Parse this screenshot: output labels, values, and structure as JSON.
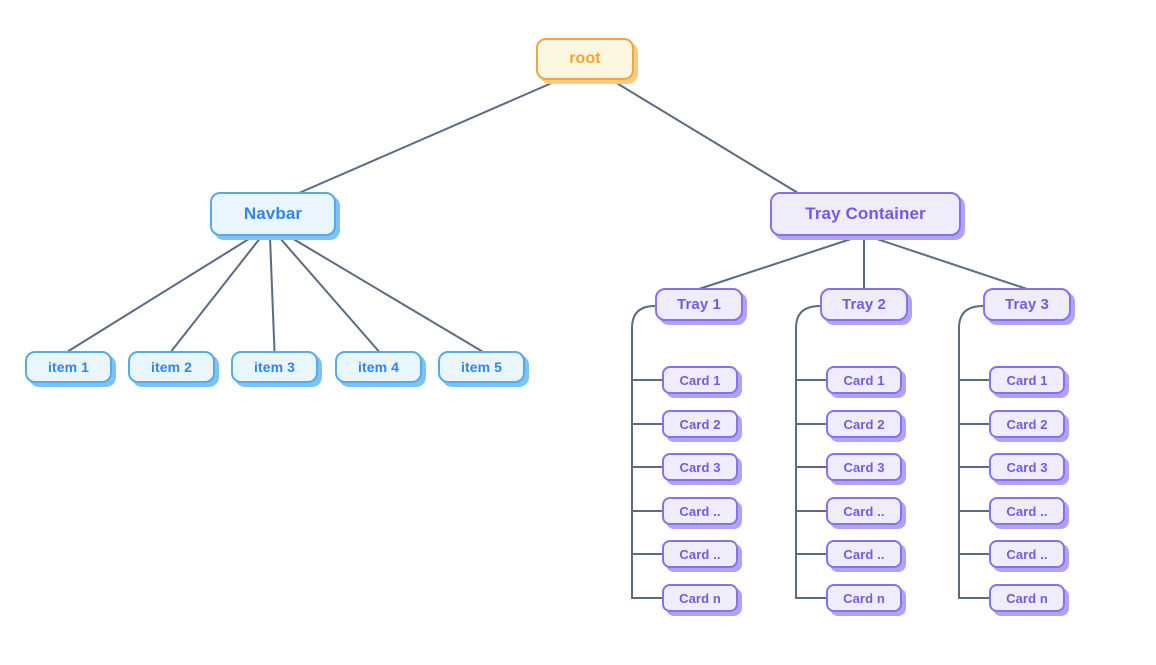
{
  "diagram": {
    "root": {
      "label": "root"
    },
    "navbar": {
      "label": "Navbar",
      "items": [
        "item 1",
        "item 2",
        "item 3",
        "item 4",
        "item 5"
      ]
    },
    "tray_container": {
      "label": "Tray Container",
      "trays": [
        {
          "label": "Tray 1",
          "cards": [
            "Card 1",
            "Card 2",
            "Card 3",
            "Card ..",
            "Card ..",
            "Card n"
          ]
        },
        {
          "label": "Tray 2",
          "cards": [
            "Card 1",
            "Card 2",
            "Card 3",
            "Card ..",
            "Card ..",
            "Card n"
          ]
        },
        {
          "label": "Tray 3",
          "cards": [
            "Card 1",
            "Card 2",
            "Card 3",
            "Card ..",
            "Card ..",
            "Card n"
          ]
        }
      ]
    }
  },
  "colors": {
    "root_bg": "#FDF6E1",
    "root_border": "#F2A63B",
    "root_text": "#F5A42C",
    "root_shadow": "#F8CB82",
    "blue_bg": "#E9F6FE",
    "blue_border": "#54AAEC",
    "blue_text": "#2E86EE",
    "blue_shadow": "#7CC2F2",
    "purple_bg": "#EFEDFC",
    "purple_border": "#8273EE",
    "purple_text": "#6F5BE8",
    "purple_shadow": "#AEA3F4",
    "edge": "#5B6B82",
    "canvas_bg": "#FFFFFF"
  }
}
